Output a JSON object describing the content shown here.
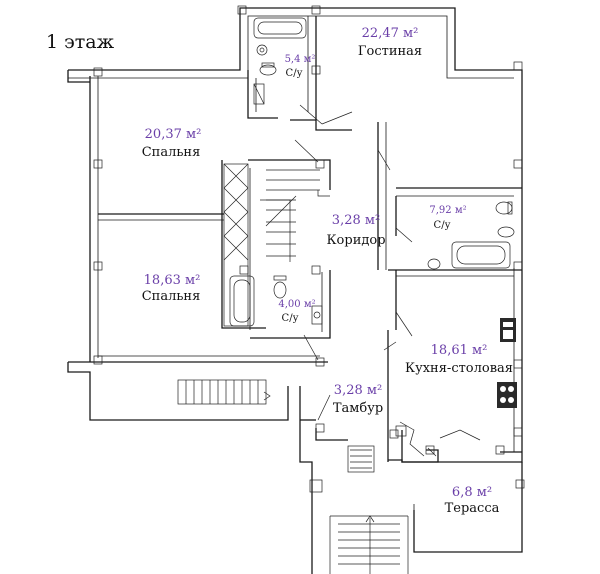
{
  "floor_title": "1 этаж",
  "rooms": [
    {
      "id": "living",
      "area": "22,47 м²",
      "name": "Гостиная"
    },
    {
      "id": "bath1",
      "area": "5,4 м²",
      "name": "С/у"
    },
    {
      "id": "bedroom1",
      "area": "20,37 м²",
      "name": "Спальня"
    },
    {
      "id": "corridor",
      "area": "3,28 м²",
      "name": "Коридор"
    },
    {
      "id": "bath2",
      "area": "7,92 м²",
      "name": "С/у"
    },
    {
      "id": "bedroom2",
      "area": "18,63 м²",
      "name": "Спальня"
    },
    {
      "id": "bath3",
      "area": "4,00 м²",
      "name": "С/у"
    },
    {
      "id": "kitchen",
      "area": "18,61 м²",
      "name": "Кухня-столовая"
    },
    {
      "id": "vestibule",
      "area": "3,28 м²",
      "name": "Тамбур"
    },
    {
      "id": "terrace",
      "area": "6,8 м²",
      "name": "Терасса"
    }
  ]
}
